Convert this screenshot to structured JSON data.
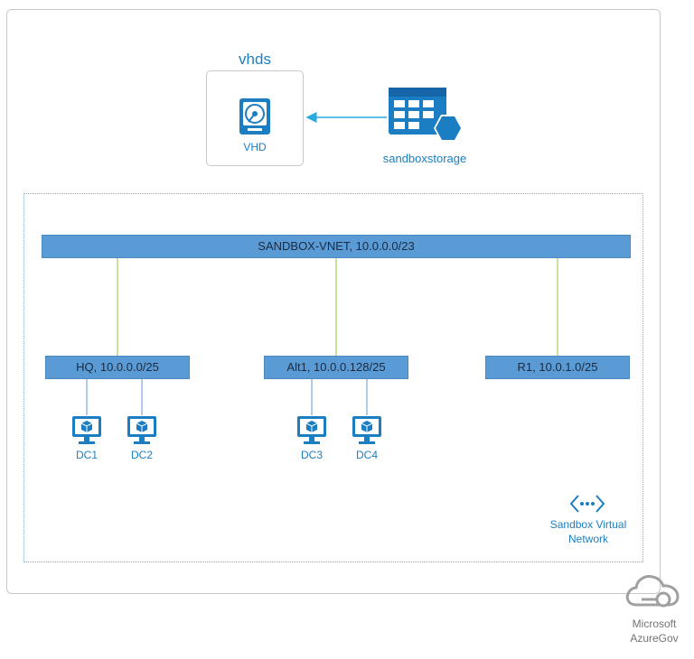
{
  "storage": {
    "container_title": "vhds",
    "blob_label": "VHD",
    "account_label": "sandboxstorage"
  },
  "vnet": {
    "address_bar": "SANDBOX-VNET, 10.0.0.0/23",
    "legend_label_line1": "Sandbox Virtual",
    "legend_label_line2": "Network"
  },
  "subnets": [
    {
      "label": "HQ, 10.0.0.0/25",
      "vms": [
        "DC1",
        "DC2"
      ]
    },
    {
      "label": "Alt1, 10.0.0.128/25",
      "vms": [
        "DC3",
        "DC4"
      ]
    },
    {
      "label": "R1, 10.0.1.0/25",
      "vms": []
    }
  ],
  "cloud": {
    "line1": "Microsoft",
    "line2": "AzureGov"
  },
  "colors": {
    "accent": "#1b7ec2",
    "bar": "#5b9bd5",
    "connector_green": "#8cc63f",
    "connector_blue": "#5b9bd5",
    "arrow": "#29a9e0",
    "cloud_gray": "#a0a0a0"
  }
}
